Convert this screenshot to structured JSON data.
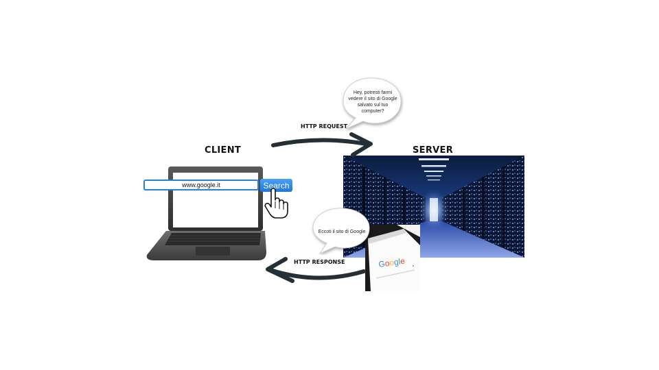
{
  "client": {
    "title": "CLIENT",
    "url": "www.google.it",
    "search_label": "Search"
  },
  "server": {
    "title": "SERVER"
  },
  "request": {
    "label": "HTTP REQUEST",
    "bubble_lines": [
      "Hey, potresti farmi",
      "vedere il sito di Google",
      "salvato sul tuo",
      "computer?"
    ]
  },
  "response": {
    "label": "HTTP RESPONSE",
    "bubble_text": "Eccoti il sito di Google",
    "logo_text": "Google"
  },
  "colors": {
    "arrow": "#253036",
    "search_border": "#2a7de1",
    "server_blue": "#1c3f86"
  }
}
